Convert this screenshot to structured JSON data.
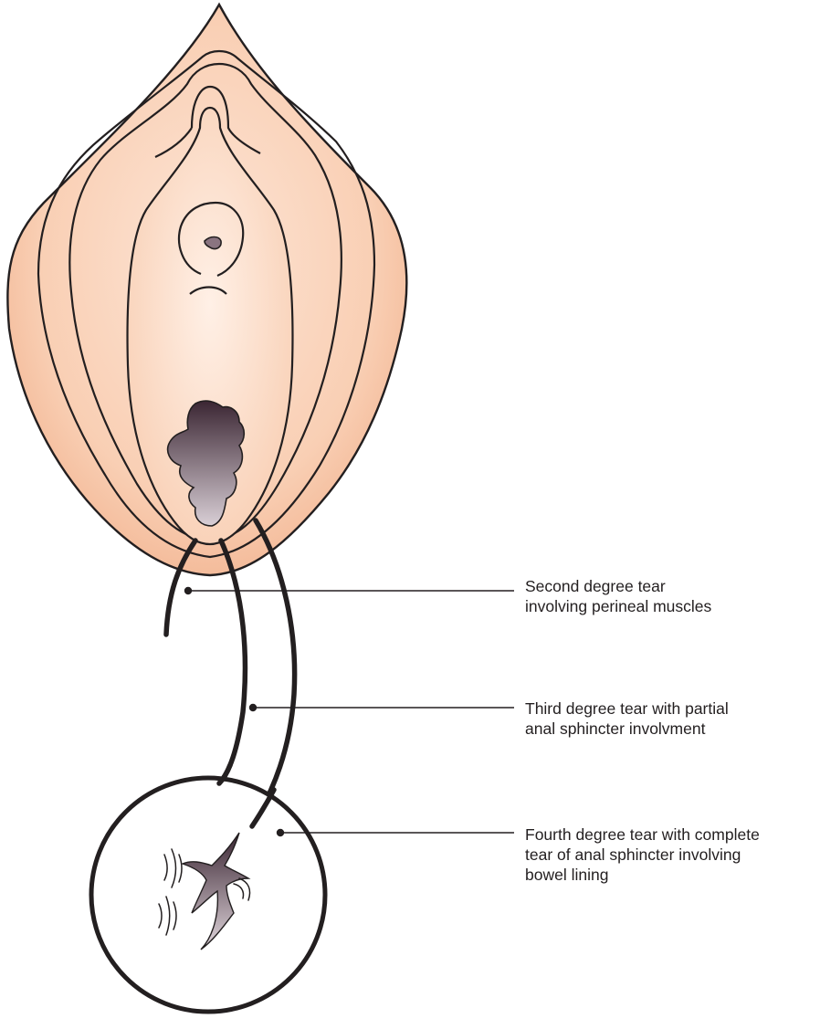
{
  "colors": {
    "skin_outer": "#f2b491",
    "skin_inner": "#fde5d6",
    "outline": "#231f20",
    "tear_dark": "#3b2633",
    "tear_light": "#d9cfd6",
    "background": "#ffffff"
  },
  "labels": {
    "second_degree": [
      "Second degree tear",
      "involving perineal muscles"
    ],
    "third_degree": [
      "Third degree tear with partial",
      "anal sphincter involvment"
    ],
    "fourth_degree": [
      "Fourth degree tear with complete",
      "tear of anal sphincter involving",
      "bowel lining"
    ]
  }
}
